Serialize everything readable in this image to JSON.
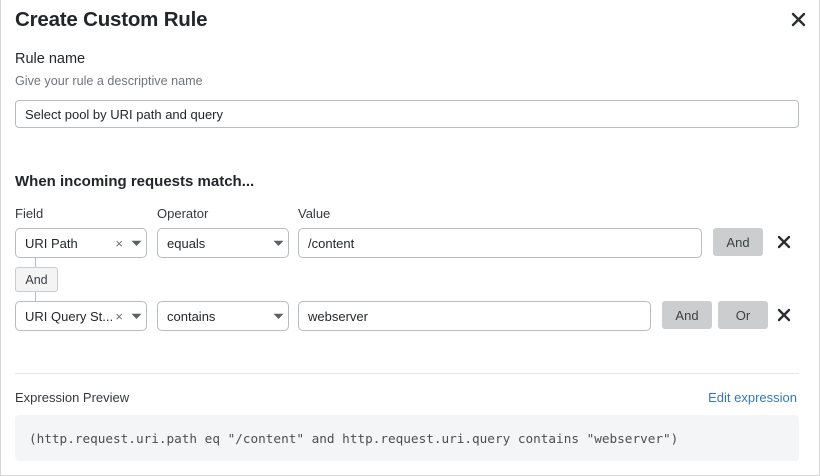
{
  "modal": {
    "title": "Create Custom Rule",
    "close_icon": "close-icon"
  },
  "rule_name": {
    "label": "Rule name",
    "help_text": "Give your rule a descriptive name",
    "value": "Select pool by URI path and query",
    "placeholder": "Select pool by URI path and query"
  },
  "match_section": {
    "heading": "When incoming requests match...",
    "columns": {
      "field": "Field",
      "operator": "Operator",
      "value": "Value"
    },
    "connector": {
      "label": "And"
    },
    "rows": [
      {
        "field": "URI Path",
        "field_clear_icon": "clear-icon",
        "field_caret_icon": "chevron-down-icon",
        "operator": "equals",
        "operator_caret_icon": "chevron-down-icon",
        "value": "/content",
        "value_placeholder": "/content",
        "and_label": "And",
        "delete_icon": "close-icon"
      },
      {
        "field": "URI Query St...",
        "field_clear_icon": "clear-icon",
        "field_caret_icon": "chevron-down-icon",
        "operator": "contains",
        "operator_caret_icon": "chevron-down-icon",
        "value": "webserver",
        "value_placeholder": "webserver",
        "and_label": "And",
        "or_label": "Or",
        "delete_icon": "close-icon"
      }
    ]
  },
  "expression_preview": {
    "label": "Expression Preview",
    "edit_link": "Edit expression",
    "expression": "(http.request.uri.path eq \"/content\" and http.request.uri.query contains \"webserver\")"
  },
  "colors": {
    "link": "#3479b5",
    "logic_button_bg": "#cbcdce",
    "preview_bg": "#f4f5f6",
    "border": "#b7bcc0"
  }
}
